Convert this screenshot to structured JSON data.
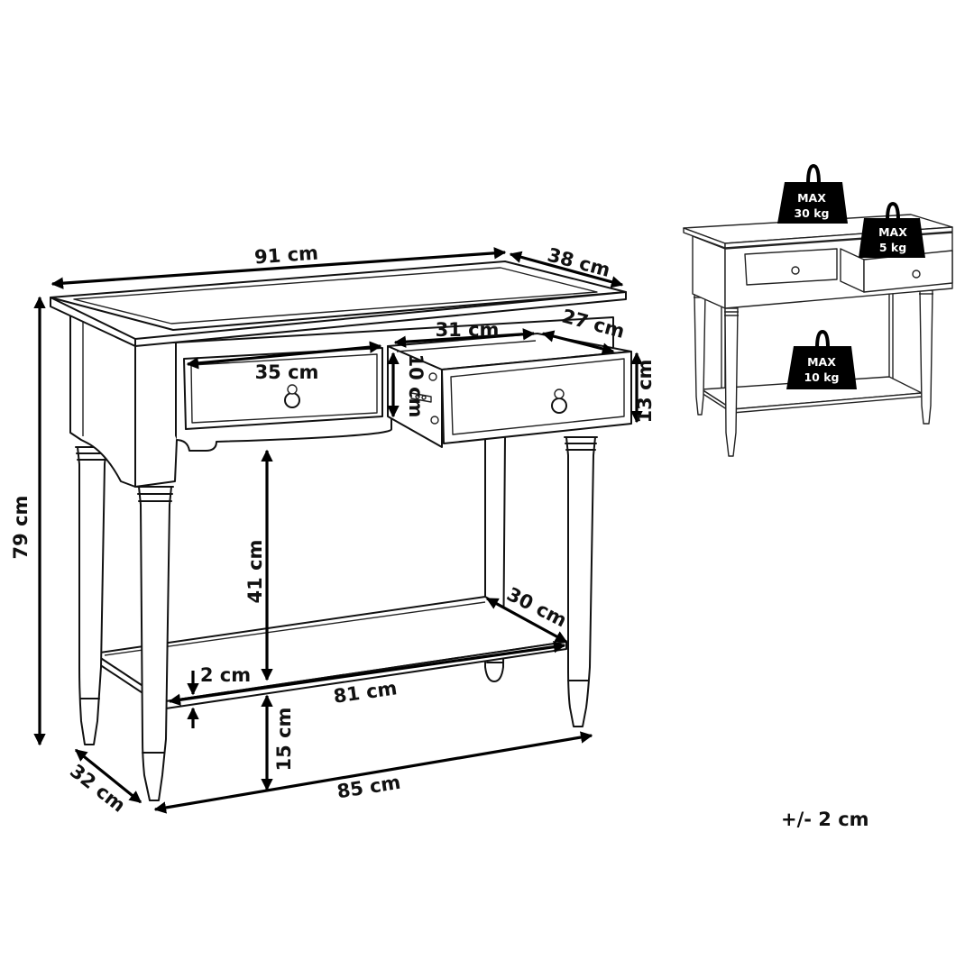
{
  "dimensions": {
    "top_width": "91 cm",
    "top_depth": "38 cm",
    "height": "79 cm",
    "left_drawer_width": "35 cm",
    "drawer_inner_width": "31 cm",
    "drawer_depth": "27 cm",
    "drawer_inner_height": "10 cm",
    "drawer_front_height": "13 cm",
    "clearance_under_apron": "41 cm",
    "shelf_depth": "30 cm",
    "shelf_thickness": "2 cm",
    "shelf_width": "81 cm",
    "shelf_height_from_floor": "15 cm",
    "leg_span_width": "85 cm",
    "leg_span_depth": "32 cm"
  },
  "load_limits": {
    "top": {
      "label": "MAX",
      "value": "30 kg"
    },
    "drawer": {
      "label": "MAX",
      "value": "5 kg"
    },
    "shelf": {
      "label": "MAX",
      "value": "10 kg"
    }
  },
  "tolerance": "+/- 2 cm"
}
